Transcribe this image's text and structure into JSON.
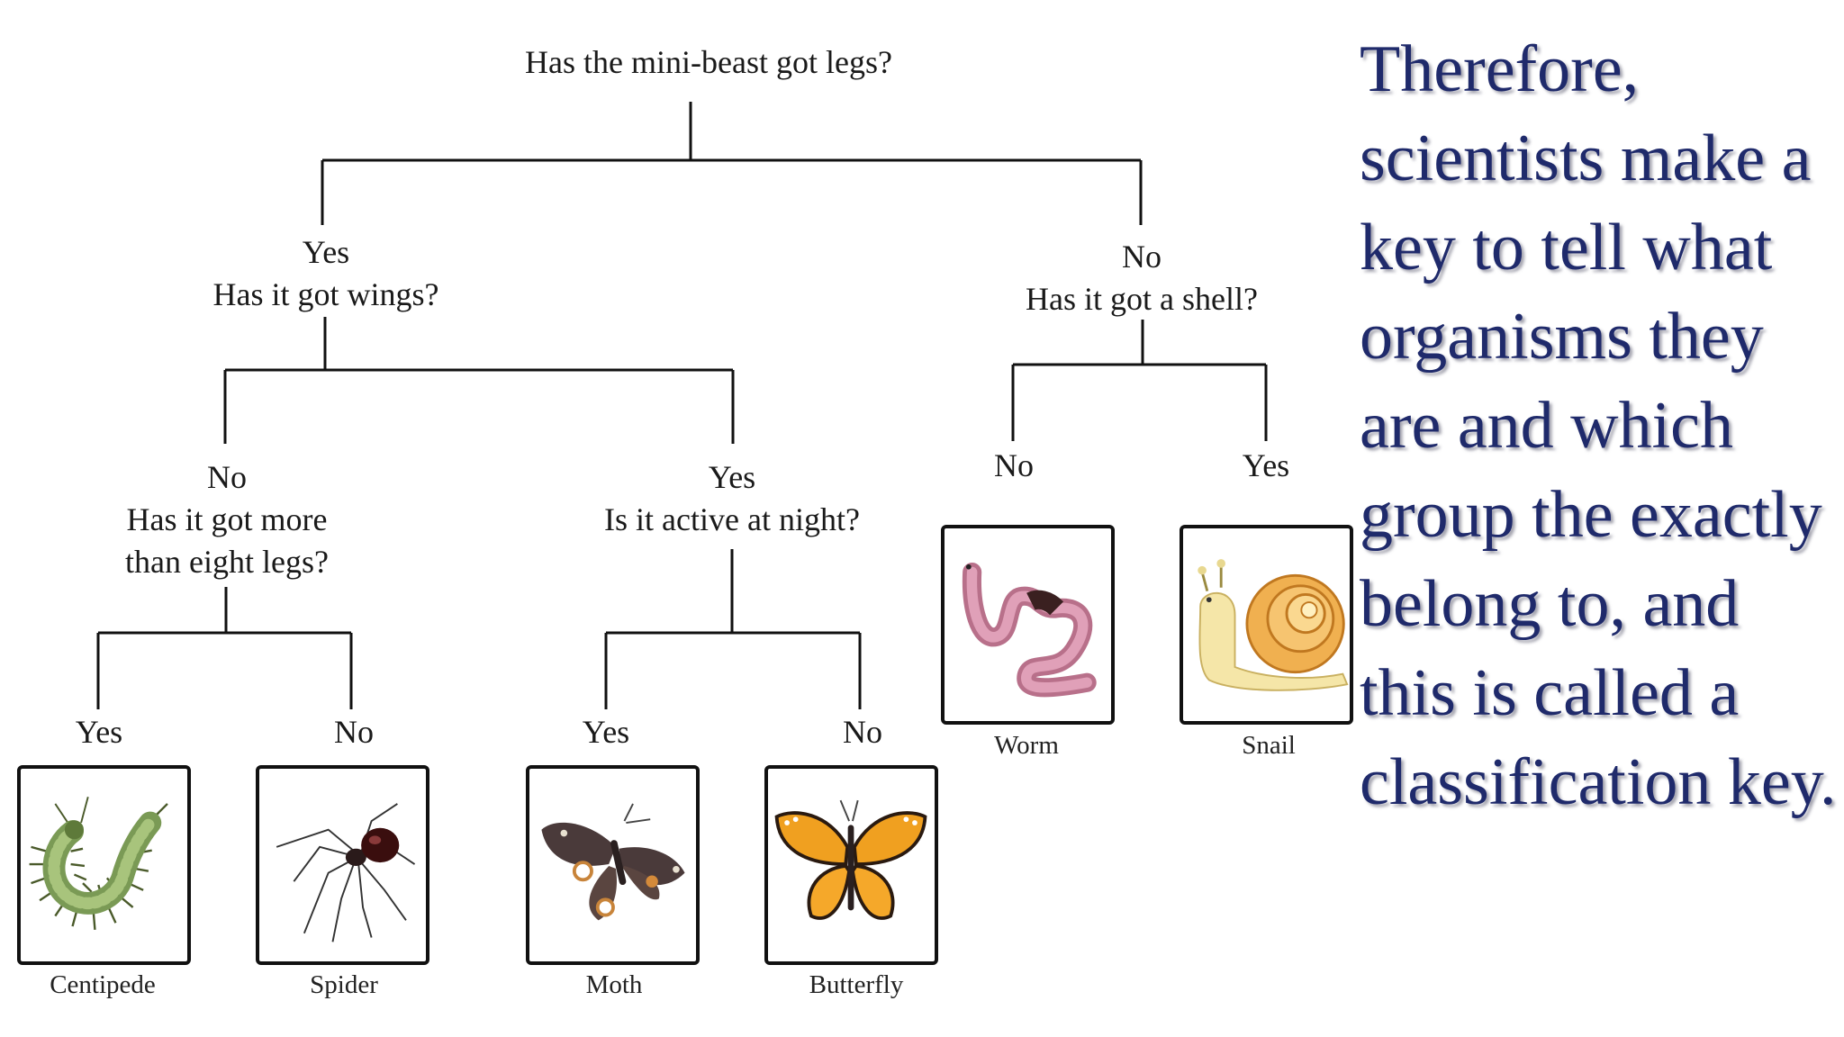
{
  "colors": {
    "side_text": "#1f2a6b",
    "line": "#111111"
  },
  "root_question": "Has the mini-beast got legs?",
  "legs_yes": {
    "answer": "Yes",
    "question": "Has it got wings?"
  },
  "legs_no": {
    "answer": "No",
    "question": "Has it got a shell?"
  },
  "wings_no": {
    "answer": "No",
    "question_line1": "Has it got more",
    "question_line2": "than eight legs?"
  },
  "wings_yes": {
    "answer": "Yes",
    "question": "Is it active at night?"
  },
  "shell_no": {
    "answer": "No"
  },
  "shell_yes": {
    "answer": "Yes"
  },
  "more_legs_yes": {
    "answer": "Yes"
  },
  "more_legs_no": {
    "answer": "No"
  },
  "night_yes": {
    "answer": "Yes"
  },
  "night_no": {
    "answer": "No"
  },
  "animals": {
    "centipede": {
      "caption": "Centipede",
      "icon": "centipede-icon"
    },
    "spider": {
      "caption": "Spider",
      "icon": "spider-icon"
    },
    "moth": {
      "caption": "Moth",
      "icon": "moth-icon"
    },
    "butterfly": {
      "caption": "Butterfly",
      "icon": "butterfly-icon"
    },
    "worm": {
      "caption": "Worm",
      "icon": "worm-icon"
    },
    "snail": {
      "caption": "Snail",
      "icon": "snail-icon"
    }
  },
  "side_text": "Therefore, scientists make a key to tell what organisms they are and which group the exactly belong to, and this is called a classification key."
}
